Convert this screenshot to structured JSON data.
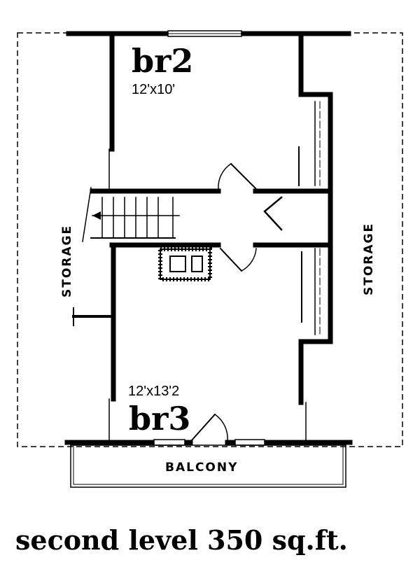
{
  "plan": {
    "rooms": [
      {
        "name": "br2",
        "size": "12'x10'"
      },
      {
        "name": "br3",
        "size": "12'x13'2"
      }
    ],
    "storage_left": "STORAGE",
    "storage_right": "STORAGE",
    "balcony": "BALCONY"
  },
  "caption": "second level 350 sq.ft."
}
